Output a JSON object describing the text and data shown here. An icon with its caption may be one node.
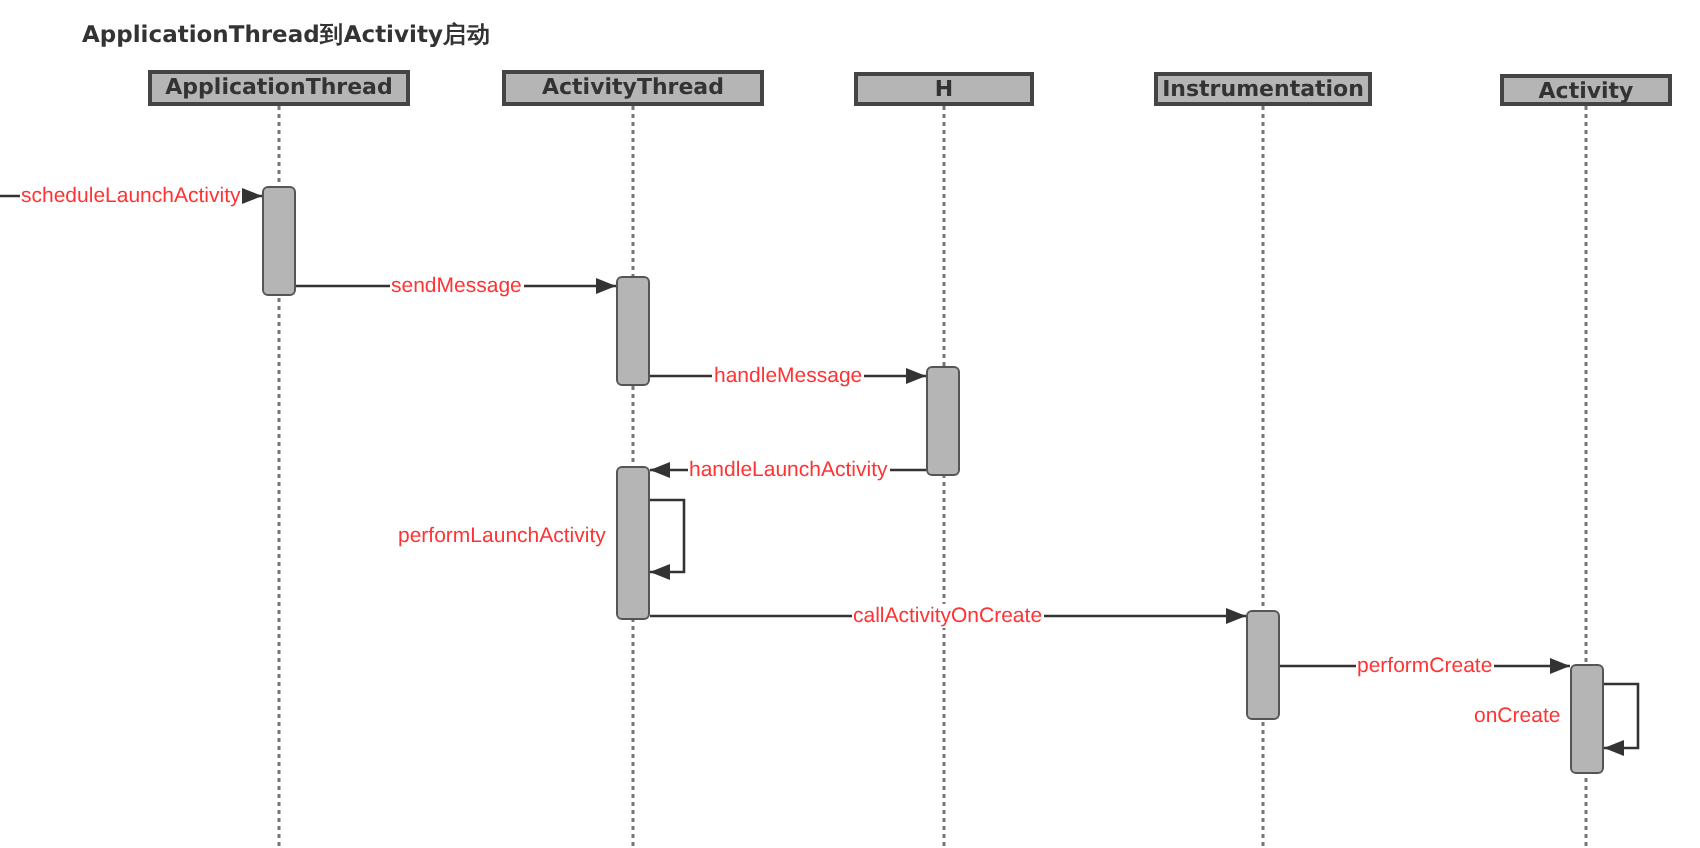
{
  "diagram": {
    "title": "ApplicationThread到Activity启动",
    "nodes": [
      {
        "text": [
          "ApplicationThread"
        ]
      },
      {
        "text": [
          "ActivityThread"
        ]
      },
      {
        "text": [
          "H"
        ]
      },
      {
        "text": [
          "Instrumentation"
        ]
      },
      {
        "text": [
          "Activity"
        ]
      },
      {
        "text": [],
        "shape": "bar"
      },
      {
        "text": [],
        "shape": "bar"
      },
      {
        "text": [],
        "shape": "bar"
      },
      {
        "text": [],
        "shape": "bar"
      },
      {
        "text": [],
        "shape": "bar"
      },
      {
        "text": [],
        "shape": "bar"
      }
    ],
    "edges": [
      {
        "from": null,
        "to": 5,
        "arrow": "to",
        "label": "scheduleLaunchActivity"
      },
      {
        "from": 5,
        "to": 6,
        "arrow": "to",
        "label": "sendMessage"
      },
      {
        "from": 6,
        "to": 7,
        "arrow": "to",
        "label": "handleMessage"
      },
      {
        "from": 7,
        "to": 8,
        "arrow": "to",
        "label": "handleLaunchActivity"
      },
      {
        "from": 8,
        "to": 8,
        "arrow": "to",
        "label": "performLaunchActivity"
      },
      {
        "from": 8,
        "to": 9,
        "arrow": "to",
        "label": "callActivityOnCreate"
      },
      {
        "from": 9,
        "to": 10,
        "arrow": "to",
        "label": "performCreate"
      },
      {
        "from": 10,
        "to": 10,
        "arrow": "to",
        "label": "onCreate"
      }
    ]
  }
}
